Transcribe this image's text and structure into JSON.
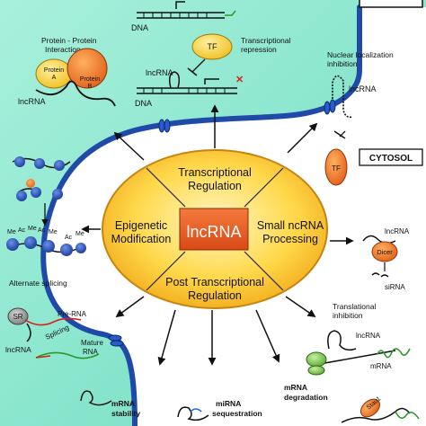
{
  "center": {
    "title": "lncRNA",
    "quadrants": {
      "top_line1": "Transcriptional",
      "top_line2": "Regulation",
      "left_line1": "Epigenetic",
      "left_line2": "Modification",
      "right_line1": "Small ncRNA",
      "right_line2": "Processing",
      "bottom_line1": "Post Transcriptional",
      "bottom_line2": "Regulation"
    }
  },
  "cytosol_label": "CYTOSOL",
  "protein_interaction": {
    "title_line1": "Protein - Protein",
    "title_line2": "Interaction",
    "protein_a_line1": "Protein",
    "protein_a_line2": "A",
    "protein_b_line1": "Protein",
    "protein_b_line2": "B",
    "lncrna": "lncRNA"
  },
  "transcriptional_repression": {
    "dna_top": "DNA",
    "tf": "TF",
    "label_line1": "Transcriptional",
    "label_line2": "repression",
    "lncrna": "lncRNA",
    "dna_bottom": "DNA"
  },
  "nuclear_localization": {
    "label_line1": "Nuclear localization",
    "label_line2": "inhibition",
    "lncrna": "lncRNA",
    "tf": "TF"
  },
  "epigenetic": {
    "marks": [
      "Me",
      "Ac",
      "Me",
      "Ac",
      "Me",
      "Ac",
      "Me"
    ]
  },
  "alternate_splicing": {
    "title": "Alternate splicing",
    "sr": "SR",
    "pre_rna": "Pre-RNA",
    "lncrna": "lncRNA",
    "splicing": "Splicing",
    "mature_line1": "Mature",
    "mature_line2": "RNA"
  },
  "dicer": {
    "lncrna": "lncRNA",
    "dicer": "Dicer",
    "sirna": "siRNA"
  },
  "translational": {
    "label_line1": "Translational",
    "label_line2": "inhibition",
    "lncrna": "lncRNA",
    "mrna": "mRNA"
  },
  "bottom": {
    "mrna_stability_line1": "mRNA",
    "mrna_stability_line2": "stability",
    "mirna_line1": "miRNA",
    "mirna_line2": "sequestration",
    "degradation_line1": "mRNA",
    "degradation_line2": "degradation",
    "stau1": "Stau1"
  }
}
